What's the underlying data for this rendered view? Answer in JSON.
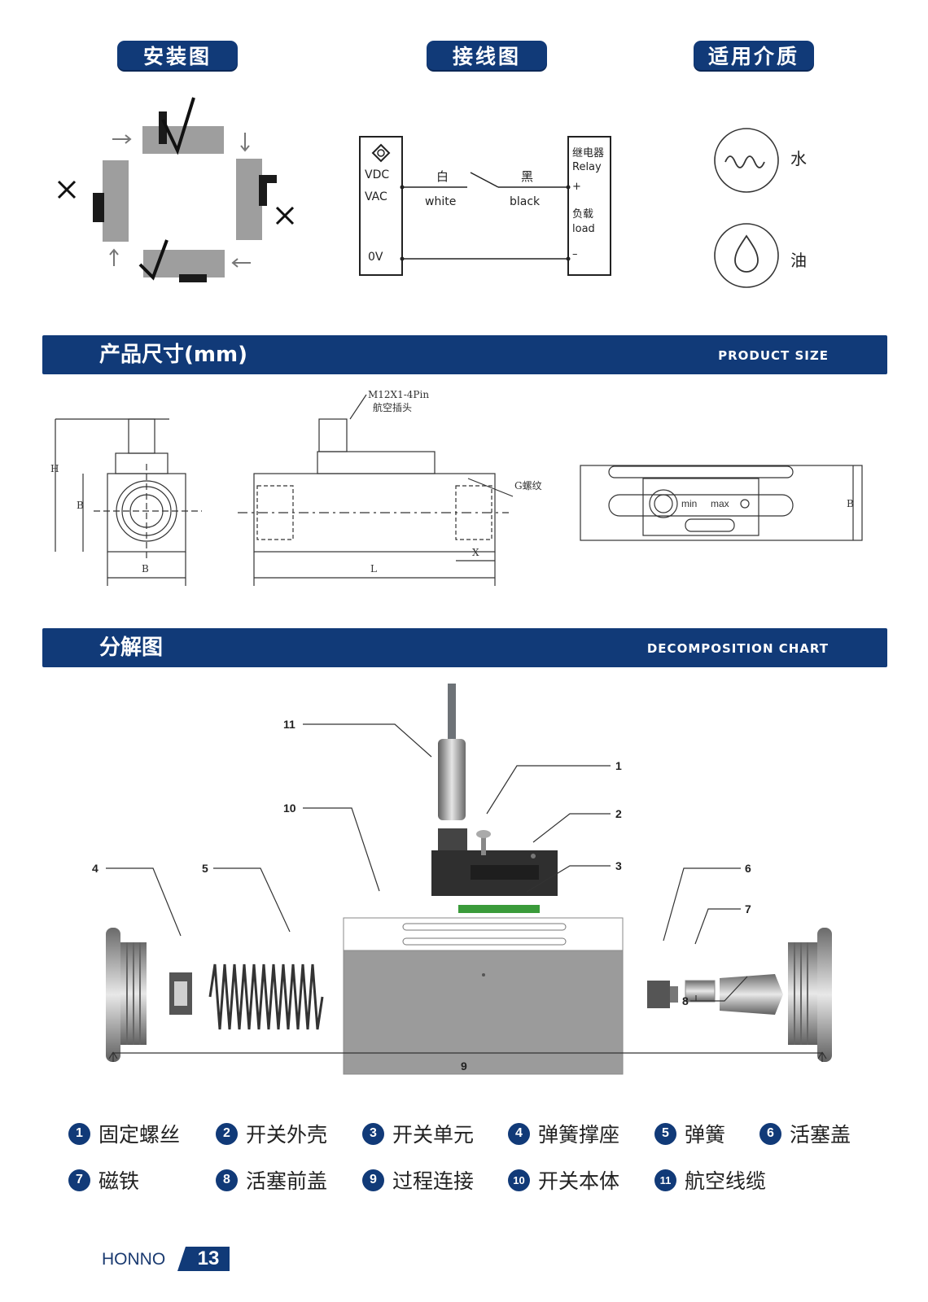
{
  "panels": {
    "installation": {
      "title": "安装图"
    },
    "wiring": {
      "title": "接线图",
      "vdc": "VDC",
      "vac": "VAC",
      "zero_v": "0V",
      "white_cn": "白",
      "white_en": "white",
      "black_cn": "黑",
      "black_en": "black",
      "relay_cn": "继电器",
      "relay_en": "Relay",
      "plus": "+",
      "load_cn": "负载",
      "load_en": "load",
      "minus": "–"
    },
    "media": {
      "title": "适用介质",
      "water": "水",
      "oil": "油"
    }
  },
  "product_size": {
    "title_cn": "产品尺寸(mm)",
    "title_en": "PRODUCT SIZE",
    "connector_label_1": "M12X1-4Pin",
    "connector_label_2": "航空插头",
    "thread_label": "G螺纹",
    "dim_h": "H",
    "dim_b": "B",
    "dim_l": "L",
    "dim_x": "X",
    "min": "min",
    "max": "max"
  },
  "decomposition": {
    "title_cn": "分解图",
    "title_en": "DECOMPOSITION CHART",
    "callouts": [
      "1",
      "2",
      "3",
      "4",
      "5",
      "6",
      "7",
      "8",
      "9",
      "10",
      "11"
    ]
  },
  "legend": [
    {
      "num": "1",
      "label": "固定螺丝"
    },
    {
      "num": "2",
      "label": "开关外壳"
    },
    {
      "num": "3",
      "label": "开关单元"
    },
    {
      "num": "4",
      "label": "弹簧撑座"
    },
    {
      "num": "5",
      "label": "弹簧"
    },
    {
      "num": "6",
      "label": "活塞盖"
    },
    {
      "num": "7",
      "label": "磁铁"
    },
    {
      "num": "8",
      "label": "活塞前盖"
    },
    {
      "num": "9",
      "label": "过程连接"
    },
    {
      "num": "10",
      "label": "开关本体"
    },
    {
      "num": "11",
      "label": "航空线缆"
    }
  ],
  "footer": {
    "brand": "HONNO",
    "page": "13"
  },
  "colors": {
    "brand_navy": "#113a78",
    "body_gray": "#9b9b9b"
  }
}
